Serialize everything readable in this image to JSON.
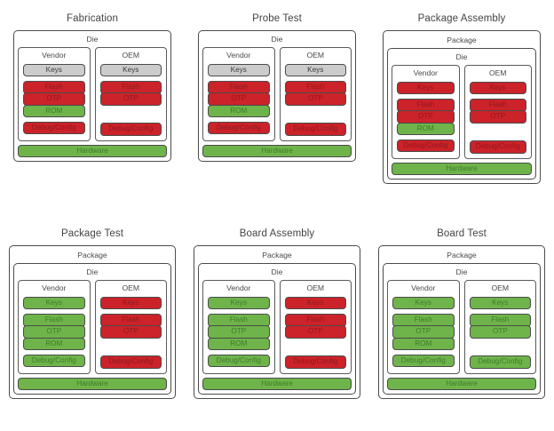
{
  "figure": {
    "title": "",
    "colors": {
      "locked_red": "#cc2229",
      "unlocked_green": "#6eb44a",
      "inactive_gray": "#cccccc",
      "border": "#4b4b4b",
      "background": "#ffffff"
    },
    "labels": {
      "package": "Package",
      "die": "Die",
      "vendor": "Vendor",
      "oem": "OEM",
      "hardware": "Hardware",
      "keys": "Keys",
      "flash": "Flash",
      "otp": "OTP",
      "rom": "ROM",
      "debug_config": "Debug/Config"
    }
  },
  "panels": [
    {
      "title": "Fabrication",
      "has_package": false,
      "package_label": "Package",
      "die_label": "Die",
      "hardware": {
        "label": "Hardware",
        "state": "green"
      },
      "columns": [
        {
          "label": "Vendor",
          "keys": {
            "label": "Keys",
            "state": "gray"
          },
          "memory": [
            {
              "label": "Flash",
              "state": "red"
            },
            {
              "label": "OTP",
              "state": "red"
            },
            {
              "label": "ROM",
              "state": "green"
            }
          ],
          "debug": {
            "label": "Debug/Config",
            "state": "red"
          }
        },
        {
          "label": "OEM",
          "keys": {
            "label": "Keys",
            "state": "gray"
          },
          "memory": [
            {
              "label": "Flash",
              "state": "red"
            },
            {
              "label": "OTP",
              "state": "red"
            }
          ],
          "debug": {
            "label": "Debug/Config",
            "state": "red"
          }
        }
      ]
    },
    {
      "title": "Probe Test",
      "has_package": false,
      "package_label": "Package",
      "die_label": "Die",
      "hardware": {
        "label": "Hardware",
        "state": "green"
      },
      "columns": [
        {
          "label": "Vendor",
          "keys": {
            "label": "Keys",
            "state": "gray"
          },
          "memory": [
            {
              "label": "Flash",
              "state": "red"
            },
            {
              "label": "OTP",
              "state": "red"
            },
            {
              "label": "ROM",
              "state": "green"
            }
          ],
          "debug": {
            "label": "Debug/Config",
            "state": "red"
          }
        },
        {
          "label": "OEM",
          "keys": {
            "label": "Keys",
            "state": "gray"
          },
          "memory": [
            {
              "label": "Flash",
              "state": "red"
            },
            {
              "label": "OTP",
              "state": "red"
            }
          ],
          "debug": {
            "label": "Debug/Config",
            "state": "red"
          }
        }
      ]
    },
    {
      "title": "Package Assembly",
      "has_package": true,
      "package_label": "Package",
      "die_label": "Die",
      "hardware": {
        "label": "Hardware",
        "state": "green"
      },
      "columns": [
        {
          "label": "Vendor",
          "keys": {
            "label": "Keys",
            "state": "red"
          },
          "memory": [
            {
              "label": "Flash",
              "state": "red"
            },
            {
              "label": "OTP",
              "state": "red"
            },
            {
              "label": "ROM",
              "state": "green"
            }
          ],
          "debug": {
            "label": "Debug/Config",
            "state": "red"
          }
        },
        {
          "label": "OEM",
          "keys": {
            "label": "Keys",
            "state": "red"
          },
          "memory": [
            {
              "label": "Flash",
              "state": "red"
            },
            {
              "label": "OTP",
              "state": "red"
            }
          ],
          "debug": {
            "label": "Debug/Config",
            "state": "red"
          }
        }
      ]
    },
    {
      "title": "Package Test",
      "has_package": true,
      "package_label": "Package",
      "die_label": "Die",
      "hardware": {
        "label": "Hardware",
        "state": "green"
      },
      "columns": [
        {
          "label": "Vendor",
          "keys": {
            "label": "Keys",
            "state": "green"
          },
          "memory": [
            {
              "label": "Flash",
              "state": "green"
            },
            {
              "label": "OTP",
              "state": "green"
            },
            {
              "label": "ROM",
              "state": "green"
            }
          ],
          "debug": {
            "label": "Debug/Config",
            "state": "green"
          }
        },
        {
          "label": "OEM",
          "keys": {
            "label": "Keys",
            "state": "red"
          },
          "memory": [
            {
              "label": "Flash",
              "state": "red"
            },
            {
              "label": "OTP",
              "state": "red"
            }
          ],
          "debug": {
            "label": "Debug/Config",
            "state": "red"
          }
        }
      ]
    },
    {
      "title": "Board Assembly",
      "has_package": true,
      "package_label": "Package",
      "die_label": "Die",
      "hardware": {
        "label": "Hardware",
        "state": "green"
      },
      "columns": [
        {
          "label": "Vendor",
          "keys": {
            "label": "Keys",
            "state": "green"
          },
          "memory": [
            {
              "label": "Flash",
              "state": "green"
            },
            {
              "label": "OTP",
              "state": "green"
            },
            {
              "label": "ROM",
              "state": "green"
            }
          ],
          "debug": {
            "label": "Debug/Config",
            "state": "green"
          }
        },
        {
          "label": "OEM",
          "keys": {
            "label": "Keys",
            "state": "red"
          },
          "memory": [
            {
              "label": "Flash",
              "state": "red"
            },
            {
              "label": "OTP",
              "state": "red"
            }
          ],
          "debug": {
            "label": "Debug/Config",
            "state": "red"
          }
        }
      ]
    },
    {
      "title": "Board Test",
      "has_package": true,
      "package_label": "Package",
      "die_label": "Die",
      "hardware": {
        "label": "Hardware",
        "state": "green"
      },
      "columns": [
        {
          "label": "Vendor",
          "keys": {
            "label": "Keys",
            "state": "green"
          },
          "memory": [
            {
              "label": "Flash",
              "state": "green"
            },
            {
              "label": "OTP",
              "state": "green"
            },
            {
              "label": "ROM",
              "state": "green"
            }
          ],
          "debug": {
            "label": "Debug/Config",
            "state": "green"
          }
        },
        {
          "label": "OEM",
          "keys": {
            "label": "Keys",
            "state": "green"
          },
          "memory": [
            {
              "label": "Flash",
              "state": "green"
            },
            {
              "label": "OTP",
              "state": "green"
            }
          ],
          "debug": {
            "label": "Debug/Config",
            "state": "green"
          }
        }
      ]
    }
  ]
}
